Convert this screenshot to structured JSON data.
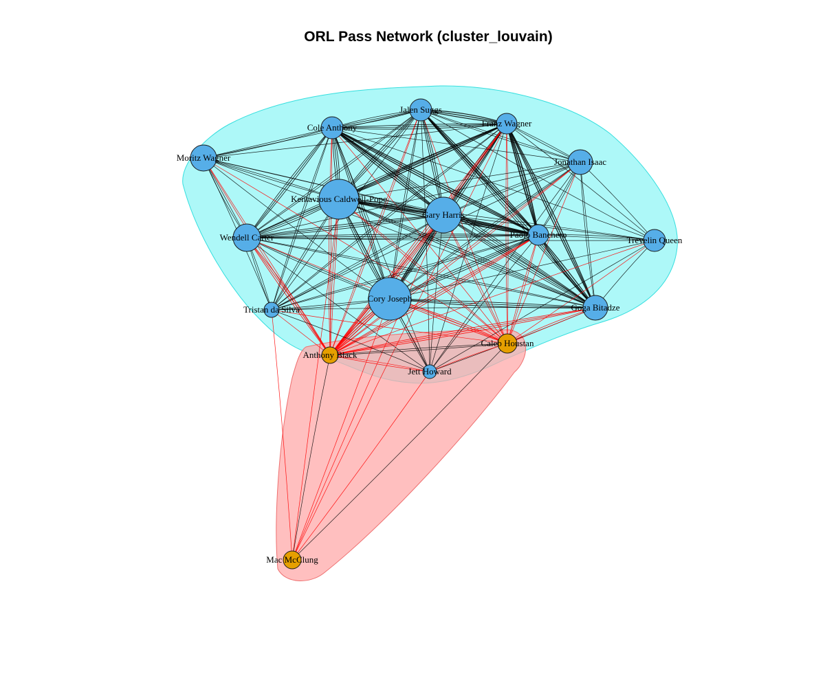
{
  "title": "ORL Pass Network (cluster_louvain)",
  "colors": {
    "cluster_1_fill": "#9ff7f7",
    "cluster_1_stroke": "#33dede",
    "cluster_2_fill": "#ffaaaa",
    "cluster_2_stroke": "#ee6f6f",
    "node_blue": "#56aee8",
    "node_orange": "#e69f00",
    "edge_within": "#000000",
    "edge_between": "#ff0000"
  },
  "nodes": [
    {
      "id": "sugge",
      "label": "Jalen Suggs",
      "cluster": 1,
      "size": 16
    },
    {
      "id": "franz",
      "label": "Franz Wagner",
      "cluster": 1,
      "size": 15
    },
    {
      "id": "cole",
      "label": "Cole Anthony",
      "cluster": 1,
      "size": 16
    },
    {
      "id": "moritz",
      "label": "Moritz Wagner",
      "cluster": 1,
      "size": 19
    },
    {
      "id": "isaac",
      "label": "Jonathan Isaac",
      "cluster": 1,
      "size": 18
    },
    {
      "id": "kcp",
      "label": "Kentavious Caldwell-Pope",
      "cluster": 1,
      "size": 29
    },
    {
      "id": "harris",
      "label": "Gary Harris",
      "cluster": 1,
      "size": 26
    },
    {
      "id": "banchero",
      "label": "Paolo Banchero",
      "cluster": 1,
      "size": 15
    },
    {
      "id": "queen",
      "label": "Trevelin Queen",
      "cluster": 1,
      "size": 16
    },
    {
      "id": "carter",
      "label": "Wendell Carter",
      "cluster": 1,
      "size": 20
    },
    {
      "id": "joseph",
      "label": "Cory Joseph",
      "cluster": 1,
      "size": 31
    },
    {
      "id": "bitadze",
      "label": "Goga Bitadze",
      "cluster": 1,
      "size": 18
    },
    {
      "id": "tristan",
      "label": "Tristan da Silva",
      "cluster": 1,
      "size": 11
    },
    {
      "id": "houstan",
      "label": "Caleb Houstan",
      "cluster": 2,
      "size": 14
    },
    {
      "id": "black",
      "label": "Anthony Black",
      "cluster": 2,
      "size": 12
    },
    {
      "id": "howard",
      "label": "Jett Howard",
      "cluster": 1,
      "size": 10
    },
    {
      "id": "mcclung",
      "label": "Mac McClung",
      "cluster": 2,
      "size": 13
    }
  ],
  "edges": [
    [
      "sugge",
      "franz",
      4
    ],
    [
      "sugge",
      "cole",
      3
    ],
    [
      "sugge",
      "kcp",
      3
    ],
    [
      "sugge",
      "harris",
      3
    ],
    [
      "sugge",
      "banchero",
      4
    ],
    [
      "sugge",
      "joseph",
      2
    ],
    [
      "sugge",
      "carter",
      2
    ],
    [
      "sugge",
      "bitadze",
      3
    ],
    [
      "sugge",
      "isaac",
      2
    ],
    [
      "sugge",
      "moritz",
      1
    ],
    [
      "sugge",
      "tristan",
      1
    ],
    [
      "sugge",
      "queen",
      1
    ],
    [
      "sugge",
      "howard",
      1
    ],
    [
      "sugge",
      "black",
      2
    ],
    [
      "sugge",
      "houstan",
      1
    ],
    [
      "franz",
      "cole",
      3
    ],
    [
      "franz",
      "kcp",
      4
    ],
    [
      "franz",
      "harris",
      3
    ],
    [
      "franz",
      "banchero",
      5
    ],
    [
      "franz",
      "joseph",
      3
    ],
    [
      "franz",
      "carter",
      2
    ],
    [
      "franz",
      "bitadze",
      4
    ],
    [
      "franz",
      "isaac",
      2
    ],
    [
      "franz",
      "tristan",
      2
    ],
    [
      "franz",
      "queen",
      1
    ],
    [
      "franz",
      "moritz",
      1
    ],
    [
      "franz",
      "howard",
      1
    ],
    [
      "franz",
      "black",
      3
    ],
    [
      "franz",
      "houstan",
      2
    ],
    [
      "franz",
      "mcclung",
      1
    ],
    [
      "cole",
      "kcp",
      3
    ],
    [
      "cole",
      "harris",
      4
    ],
    [
      "cole",
      "banchero",
      4
    ],
    [
      "cole",
      "joseph",
      3
    ],
    [
      "cole",
      "carter",
      3
    ],
    [
      "cole",
      "bitadze",
      3
    ],
    [
      "cole",
      "moritz",
      2
    ],
    [
      "cole",
      "isaac",
      1
    ],
    [
      "cole",
      "tristan",
      2
    ],
    [
      "cole",
      "queen",
      1
    ],
    [
      "cole",
      "howard",
      1
    ],
    [
      "cole",
      "black",
      2
    ],
    [
      "cole",
      "houstan",
      1
    ],
    [
      "moritz",
      "kcp",
      2
    ],
    [
      "moritz",
      "carter",
      2
    ],
    [
      "moritz",
      "harris",
      1
    ],
    [
      "moritz",
      "banchero",
      1
    ],
    [
      "moritz",
      "joseph",
      1
    ],
    [
      "moritz",
      "tristan",
      1
    ],
    [
      "moritz",
      "bitadze",
      1
    ],
    [
      "moritz",
      "black",
      2
    ],
    [
      "moritz",
      "houstan",
      1
    ],
    [
      "isaac",
      "kcp",
      1
    ],
    [
      "isaac",
      "harris",
      2
    ],
    [
      "isaac",
      "banchero",
      2
    ],
    [
      "isaac",
      "joseph",
      2
    ],
    [
      "isaac",
      "bitadze",
      2
    ],
    [
      "isaac",
      "queen",
      1
    ],
    [
      "isaac",
      "carter",
      1
    ],
    [
      "isaac",
      "tristan",
      1
    ],
    [
      "isaac",
      "black",
      2
    ],
    [
      "isaac",
      "houstan",
      1
    ],
    [
      "isaac",
      "howard",
      1
    ],
    [
      "kcp",
      "harris",
      4
    ],
    [
      "kcp",
      "banchero",
      4
    ],
    [
      "kcp",
      "joseph",
      3
    ],
    [
      "kcp",
      "carter",
      3
    ],
    [
      "kcp",
      "bitadze",
      3
    ],
    [
      "kcp",
      "tristan",
      2
    ],
    [
      "kcp",
      "queen",
      1
    ],
    [
      "kcp",
      "howard",
      1
    ],
    [
      "kcp",
      "black",
      2
    ],
    [
      "kcp",
      "houstan",
      2
    ],
    [
      "kcp",
      "mcclung",
      1
    ],
    [
      "harris",
      "banchero",
      4
    ],
    [
      "harris",
      "joseph",
      3
    ],
    [
      "harris",
      "carter",
      3
    ],
    [
      "harris",
      "bitadze",
      3
    ],
    [
      "harris",
      "tristan",
      2
    ],
    [
      "harris",
      "queen",
      1
    ],
    [
      "harris",
      "howard",
      1
    ],
    [
      "harris",
      "black",
      3
    ],
    [
      "harris",
      "houstan",
      2
    ],
    [
      "harris",
      "mcclung",
      1
    ],
    [
      "banchero",
      "joseph",
      3
    ],
    [
      "banchero",
      "carter",
      3
    ],
    [
      "banchero",
      "bitadze",
      4
    ],
    [
      "banchero",
      "queen",
      2
    ],
    [
      "banchero",
      "tristan",
      2
    ],
    [
      "banchero",
      "howard",
      1
    ],
    [
      "banchero",
      "black",
      3
    ],
    [
      "banchero",
      "houstan",
      2
    ],
    [
      "queen",
      "bitadze",
      1
    ],
    [
      "queen",
      "carter",
      1
    ],
    [
      "queen",
      "joseph",
      1
    ],
    [
      "queen",
      "black",
      1
    ],
    [
      "queen",
      "houstan",
      1
    ],
    [
      "queen",
      "howard",
      1
    ],
    [
      "carter",
      "joseph",
      2
    ],
    [
      "carter",
      "bitadze",
      2
    ],
    [
      "carter",
      "tristan",
      2
    ],
    [
      "carter",
      "howard",
      1
    ],
    [
      "carter",
      "black",
      3
    ],
    [
      "carter",
      "houstan",
      1
    ],
    [
      "joseph",
      "bitadze",
      3
    ],
    [
      "joseph",
      "tristan",
      2
    ],
    [
      "joseph",
      "howard",
      2
    ],
    [
      "joseph",
      "black",
      4
    ],
    [
      "joseph",
      "houstan",
      3
    ],
    [
      "joseph",
      "mcclung",
      1
    ],
    [
      "bitadze",
      "tristan",
      1
    ],
    [
      "bitadze",
      "howard",
      1
    ],
    [
      "bitadze",
      "black",
      3
    ],
    [
      "bitadze",
      "houstan",
      2
    ],
    [
      "tristan",
      "howard",
      1
    ],
    [
      "tristan",
      "black",
      1
    ],
    [
      "tristan",
      "houstan",
      1
    ],
    [
      "tristan",
      "mcclung",
      1
    ],
    [
      "houstan",
      "black",
      2
    ],
    [
      "houstan",
      "howard",
      1
    ],
    [
      "houstan",
      "mcclung",
      1
    ],
    [
      "black",
      "howard",
      2
    ],
    [
      "black",
      "mcclung",
      1
    ],
    [
      "howard",
      "mcclung",
      1
    ]
  ]
}
